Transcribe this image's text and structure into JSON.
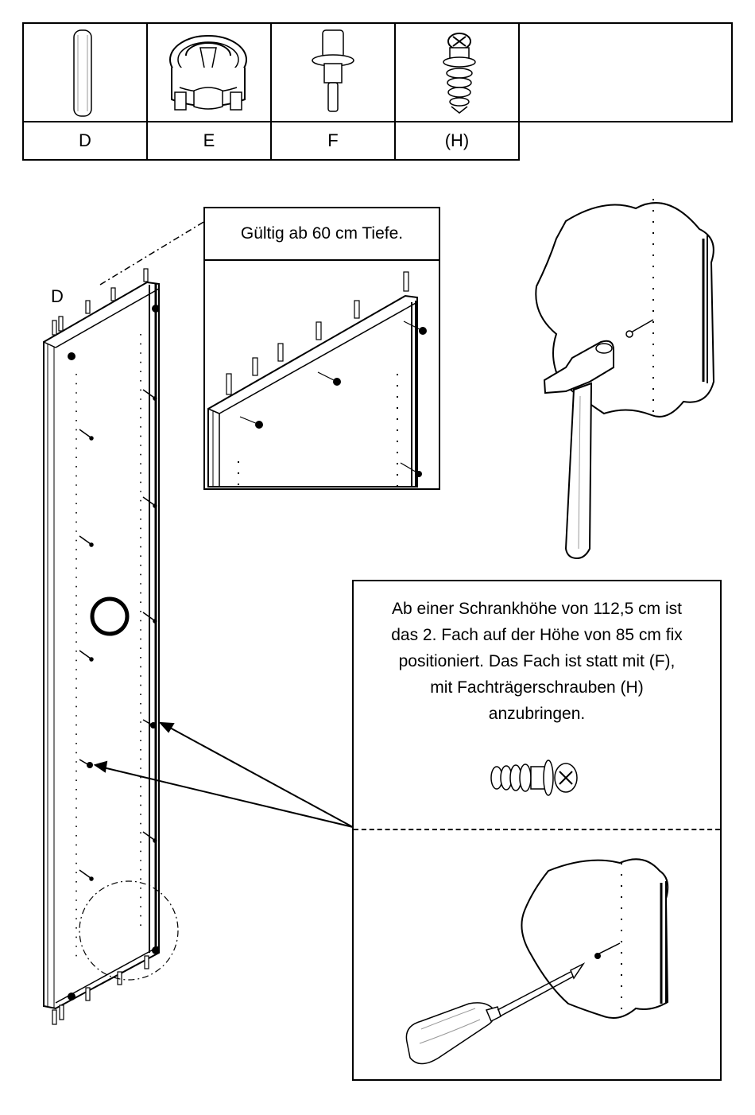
{
  "parts_table": {
    "labels": [
      "D",
      "E",
      "F",
      "(H)"
    ]
  },
  "inset": {
    "caption": "Gültig ab 60 cm Tiefe."
  },
  "panel_labels": {
    "d": "D",
    "e": "E",
    "f": "F",
    "h": "H"
  },
  "note": {
    "lines": [
      "Ab einer Schrankhöhe von 112,5 cm ist",
      "das 2. Fach auf der Höhe von 85 cm fix",
      "positioniert. Das Fach ist statt mit (F),",
      "mit Fachträgerschrauben (H)",
      "anzubringen."
    ]
  },
  "icons": [
    "dowel-icon",
    "cam-lock-icon",
    "shelf-pin-icon",
    "shelf-screw-icon",
    "hammer-icon",
    "screwdriver-icon"
  ]
}
